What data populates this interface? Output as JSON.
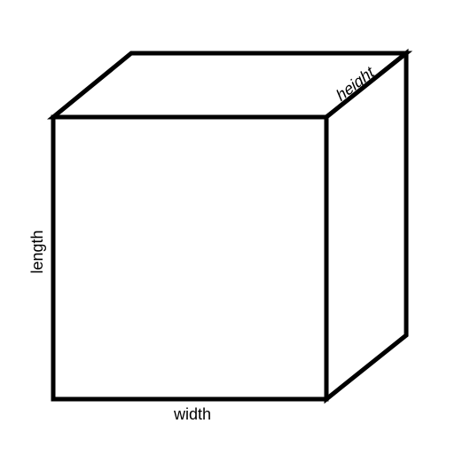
{
  "labels": {
    "width": "width",
    "length": "length",
    "height": "height"
  },
  "colors": {
    "stroke": "#000000",
    "background": "#ffffff"
  }
}
